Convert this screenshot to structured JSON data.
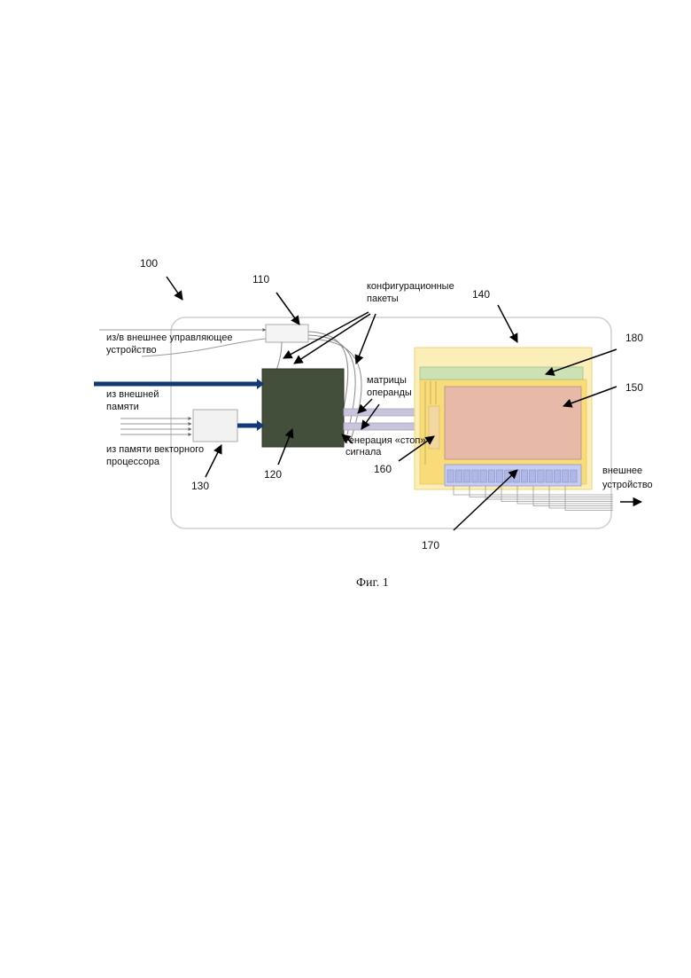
{
  "refs": {
    "r100": "100",
    "r110": "110",
    "r120": "120",
    "r130": "130",
    "r140": "140",
    "r150": "150",
    "r160": "160",
    "r170": "170",
    "r180": "180"
  },
  "labels": {
    "control_line1": "из/в внешнее управляющее",
    "control_line2": "устройство",
    "ext_mem_line1": "из внешней",
    "ext_mem_line2": "памяти",
    "vec_mem_line1": "из памяти векторного",
    "vec_mem_line2": "процессора",
    "config_line1": "конфигурационные",
    "config_line2": "пакеты",
    "matrix_line1": "матрицы",
    "matrix_line2": "операнды",
    "stop_line1": "генерация «стоп»",
    "stop_line2": "сигнала",
    "ext_dev_line1": "внешнее",
    "ext_dev_line2": "устройство"
  },
  "caption": "Фиг. 1",
  "colors": {
    "main_block": "#434f3a",
    "array_frame": "#f7dc79",
    "array_outer": "#fbeeb8",
    "block_150": "#e7b9a8",
    "block_180": "#cde2b4",
    "block_170": "#c6cdf0",
    "bus_blue": "#123a72",
    "outline": "#cccccc"
  }
}
